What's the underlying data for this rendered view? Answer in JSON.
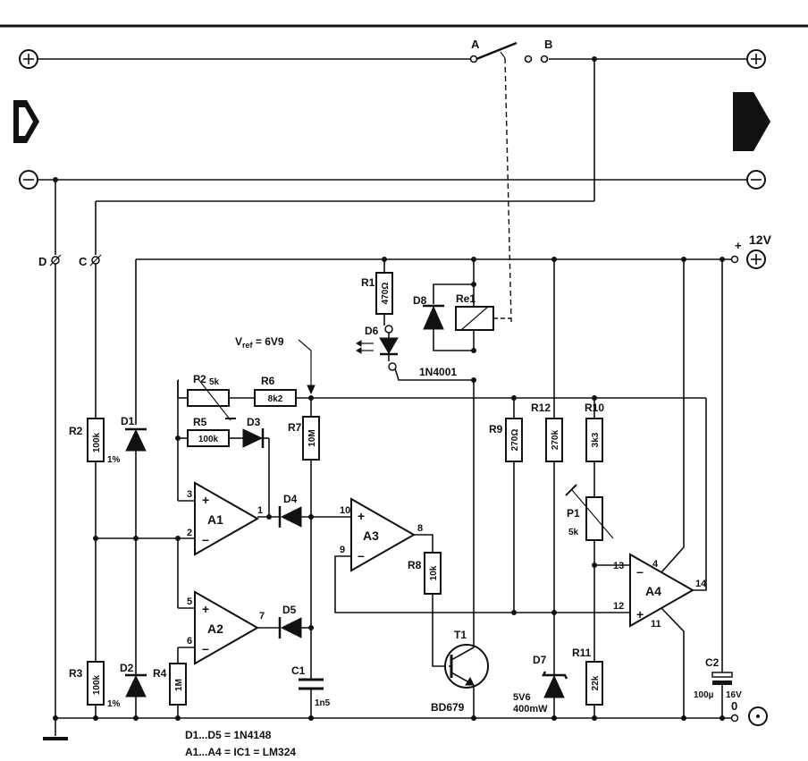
{
  "switch": {
    "contact_a": "A",
    "contact_b": "B"
  },
  "terminals": {
    "C": "C",
    "D": "D",
    "supply": "12V",
    "ground": "0",
    "plus": "+",
    "minus": "−"
  },
  "components": {
    "R1": {
      "ref": "R1",
      "value": "470Ω"
    },
    "R2": {
      "ref": "R2",
      "value": "100k",
      "tol": "1%"
    },
    "R3": {
      "ref": "R3",
      "value": "100k",
      "tol": "1%"
    },
    "R4": {
      "ref": "R4",
      "value": "1M"
    },
    "R5": {
      "ref": "R5",
      "value": "100k"
    },
    "R6": {
      "ref": "R6",
      "value": "8k2"
    },
    "R7": {
      "ref": "R7",
      "value": "10M"
    },
    "R8": {
      "ref": "R8",
      "value": "10k"
    },
    "R9": {
      "ref": "R9",
      "value": "270Ω"
    },
    "R10": {
      "ref": "R10",
      "value": "3k3"
    },
    "R11": {
      "ref": "R11",
      "value": "22k"
    },
    "R12": {
      "ref": "R12",
      "value": "270k"
    },
    "P1": {
      "ref": "P1",
      "value": "5k"
    },
    "P2": {
      "ref": "P2",
      "value": "5k"
    },
    "C1": {
      "ref": "C1",
      "value": "1n5"
    },
    "C2": {
      "ref": "C2",
      "value": "100µ",
      "voltage": "16V"
    },
    "D1": {
      "ref": "D1"
    },
    "D2": {
      "ref": "D2"
    },
    "D3": {
      "ref": "D3"
    },
    "D4": {
      "ref": "D4"
    },
    "D5": {
      "ref": "D5"
    },
    "D6": {
      "ref": "D6"
    },
    "D7": {
      "ref": "D7",
      "value": "5V6",
      "power": "400mW"
    },
    "D8": {
      "ref": "D8",
      "value": "1N4001"
    },
    "T1": {
      "ref": "T1",
      "value": "BD679"
    },
    "Re1": {
      "ref": "Re1"
    },
    "A1": {
      "ref": "A1"
    },
    "A2": {
      "ref": "A2"
    },
    "A3": {
      "ref": "A3"
    },
    "A4": {
      "ref": "A4"
    }
  },
  "vref": {
    "label": "V",
    "sub": "ref",
    "value": " = 6V9"
  },
  "pins": {
    "A1": {
      "p3": "3",
      "p2": "2",
      "p1": "1"
    },
    "A2": {
      "p5": "5",
      "p6": "6",
      "p7": "7"
    },
    "A3": {
      "p10": "10",
      "p9": "9",
      "p8": "8"
    },
    "A4": {
      "p13": "13",
      "p12": "12",
      "p14": "14",
      "p4": "4",
      "p11": "11"
    }
  },
  "notes": {
    "line1": "D1...D5 = 1N4148",
    "line2": "A1...A4 = IC1 = LM324"
  }
}
